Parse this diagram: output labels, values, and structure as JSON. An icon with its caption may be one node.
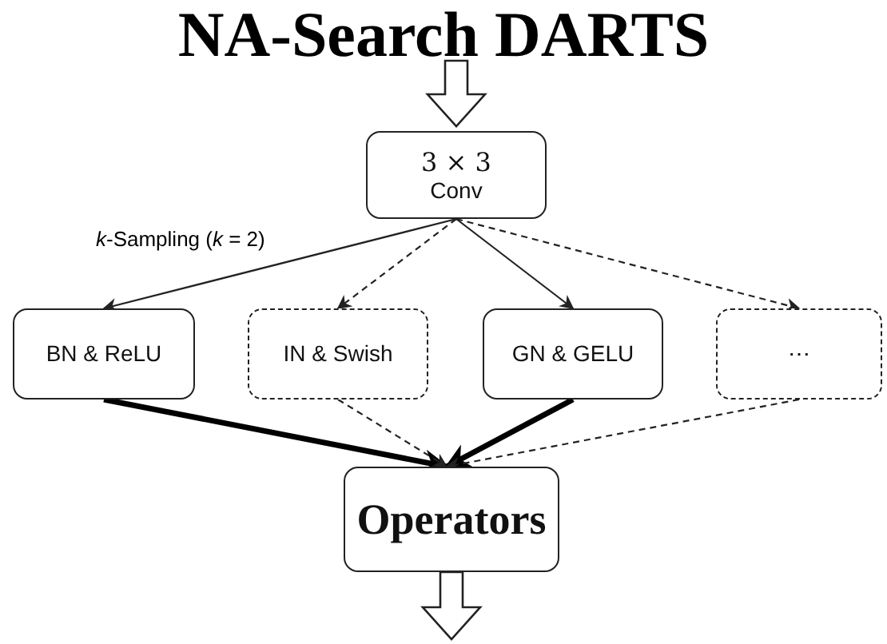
{
  "diagram": {
    "title": "NA-Search DARTS",
    "nodes": [
      {
        "text": [
          "3 × 3",
          "Conv"
        ]
      },
      {
        "text": [
          "BN & ReLU"
        ]
      },
      {
        "text": [
          "IN & Swish"
        ]
      },
      {
        "text": [
          "GN & GELU"
        ]
      },
      {
        "text": [
          "⋯"
        ]
      },
      {
        "text": [
          "Operators"
        ]
      }
    ],
    "edges": [
      {
        "from": null,
        "to": 0,
        "arrow": "to"
      },
      {
        "from": 0,
        "to": 1,
        "arrow": "to"
      },
      {
        "from": 0,
        "to": 2,
        "arrow": "to",
        "style": "dashed"
      },
      {
        "from": 0,
        "to": 3,
        "arrow": "to"
      },
      {
        "from": 0,
        "to": 4,
        "arrow": "to",
        "style": "dashed"
      },
      {
        "from": 1,
        "to": 5,
        "arrow": "to",
        "style": "thick"
      },
      {
        "from": 2,
        "to": 5,
        "arrow": "to",
        "style": "dashed"
      },
      {
        "from": 3,
        "to": 5,
        "arrow": "to",
        "style": "thick"
      },
      {
        "from": 4,
        "to": 5,
        "arrow": "to",
        "style": "dashed"
      },
      {
        "from": 5,
        "to": null,
        "arrow": "to"
      }
    ],
    "labels": [
      "*k*-Sampling (*k* = 2)"
    ]
  }
}
